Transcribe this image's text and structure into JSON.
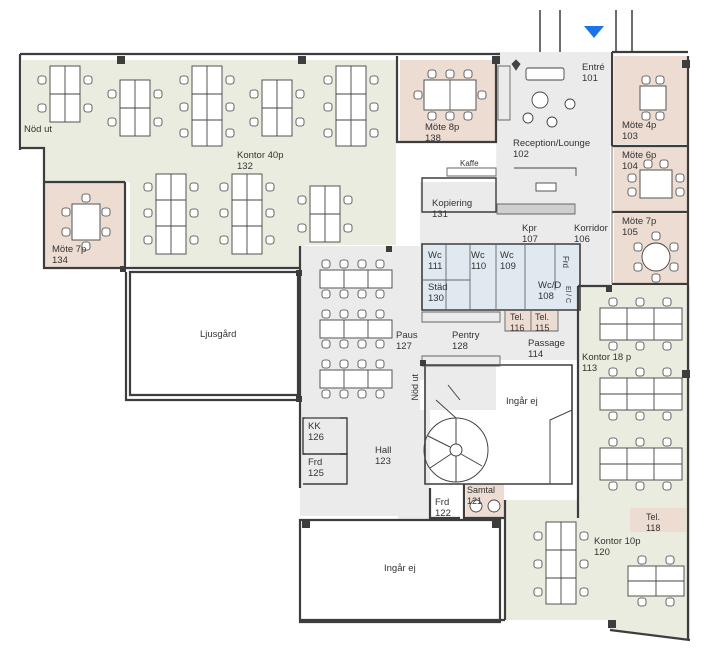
{
  "colors": {
    "office": "#e9ecdf",
    "meeting": "#ecdcd2",
    "corridor": "#ebebeb",
    "service": "#dfe9ef",
    "wall": "#3d3d3d",
    "entrance_marker": "#1a73e8"
  },
  "entrance_icon": "triangle-down-icon",
  "rooms": {
    "nod_ut_left": {
      "name": "Nöd ut"
    },
    "kontor40": {
      "name": "Kontor 40p",
      "number": "132"
    },
    "mote7_134": {
      "name": "Möte 7p",
      "number": "134"
    },
    "mote8": {
      "name": "Möte 8p",
      "number": "138"
    },
    "reception": {
      "name": "Reception/Lounge",
      "number": "102"
    },
    "entre": {
      "name": "Entré",
      "number": "101"
    },
    "kaffe": {
      "name": "Kaffe"
    },
    "kopiering": {
      "name": "Kopiering",
      "number": "131"
    },
    "mote4": {
      "name": "Möte 4p",
      "number": "103"
    },
    "mote6": {
      "name": "Möte 6p",
      "number": "104"
    },
    "mote7_105": {
      "name": "Möte 7p",
      "number": "105"
    },
    "kpr": {
      "name": "Kpr",
      "number": "107"
    },
    "korridor": {
      "name": "Korridor",
      "number": "106"
    },
    "wc111": {
      "name": "Wc",
      "number": "111"
    },
    "wc110": {
      "name": "Wc",
      "number": "110"
    },
    "wc109": {
      "name": "Wc",
      "number": "109"
    },
    "wcd108": {
      "name": "Wc/D",
      "number": "108"
    },
    "stad": {
      "name": "Städ",
      "number": "130"
    },
    "frd_small": {
      "name": "Frd"
    },
    "el_ic": {
      "name": "El / C"
    },
    "tel116": {
      "name": "Tel.",
      "number": "116"
    },
    "tel115": {
      "name": "Tel.",
      "number": "115"
    },
    "ljusgard": {
      "name": "Ljusgård"
    },
    "paus": {
      "name": "Paus",
      "number": "127"
    },
    "pentry": {
      "name": "Pentry",
      "number": "128"
    },
    "passage": {
      "name": "Passage",
      "number": "114"
    },
    "kontor18": {
      "name": "Kontor 18 p",
      "number": "113"
    },
    "nod_ut_mid": {
      "name": "Nöd ut"
    },
    "ingar_ej_stair": {
      "name": "Ingår ej"
    },
    "kk": {
      "name": "KK",
      "number": "126"
    },
    "frd125": {
      "name": "Frd",
      "number": "125"
    },
    "hall": {
      "name": "Hall",
      "number": "123"
    },
    "samtal": {
      "name": "Samtal",
      "number": "121"
    },
    "frd122": {
      "name": "Frd",
      "number": "122"
    },
    "tel118": {
      "name": "Tel.",
      "number": "118"
    },
    "kontor10": {
      "name": "Kontor 10p",
      "number": "120"
    },
    "ingar_ej_bottom": {
      "name": "Ingår ej"
    }
  }
}
